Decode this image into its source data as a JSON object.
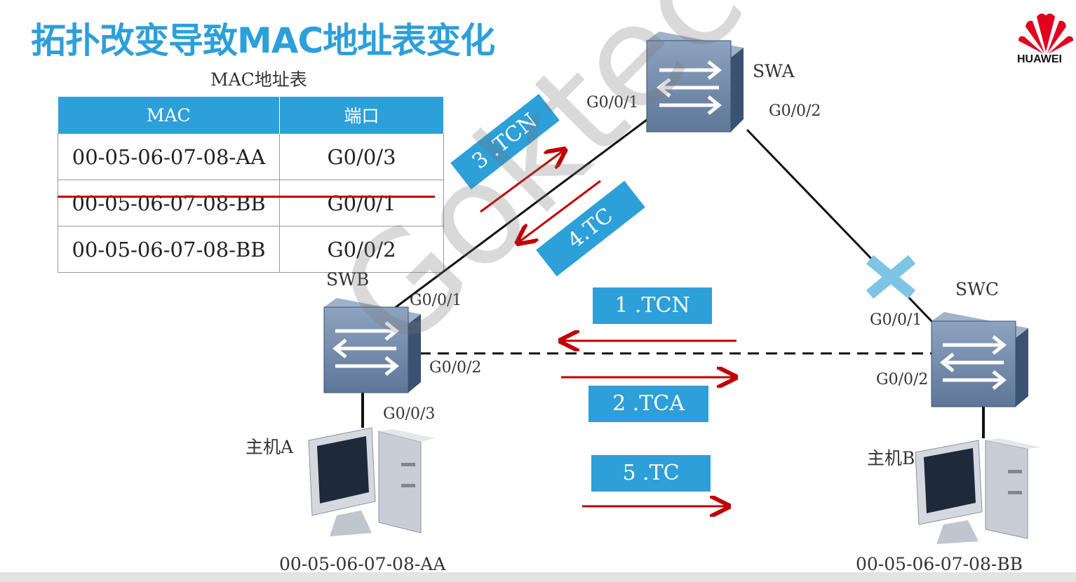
{
  "title": "拓扑改变导致MAC地址表变化",
  "logo": {
    "text": "HUAWEI",
    "color": "#e1001e"
  },
  "table": {
    "caption": "MAC地址表",
    "headers": [
      "MAC",
      "端口"
    ],
    "rows": [
      {
        "mac": "00-05-06-07-08-AA",
        "port": "G0/0/3",
        "struck": false
      },
      {
        "mac": "00-05-06-07-08-BB",
        "port": "G0/0/1",
        "struck": true
      },
      {
        "mac": "00-05-06-07-08-BB",
        "port": "G0/0/2",
        "struck": false
      }
    ]
  },
  "devices": {
    "swa": "SWA",
    "swb": "SWB",
    "swc": "SWC",
    "host_a": "主机A",
    "host_b": "主机B",
    "host_a_mac": "00-05-06-07-08-AA",
    "host_b_mac": "00-05-06-07-08-BB"
  },
  "ports": {
    "swa_g1": "G0/0/1",
    "swa_g2": "G0/0/2",
    "swb_g1": "G0/0/1",
    "swb_g2": "G0/0/2",
    "swb_g3": "G0/0/3",
    "swc_g1": "G0/0/1",
    "swc_g2": "G0/0/2"
  },
  "messages": {
    "m1": "1 .TCN",
    "m2": "2 .TCA",
    "m3": "3 .TCN",
    "m4": "4.TC",
    "m5": "5 .TC"
  },
  "watermark": "Goktech",
  "colors": {
    "accent": "#2d9fd9",
    "arrow": "#c00000",
    "blocked_port": "#7ec4e4",
    "switch": "#4a6383"
  }
}
